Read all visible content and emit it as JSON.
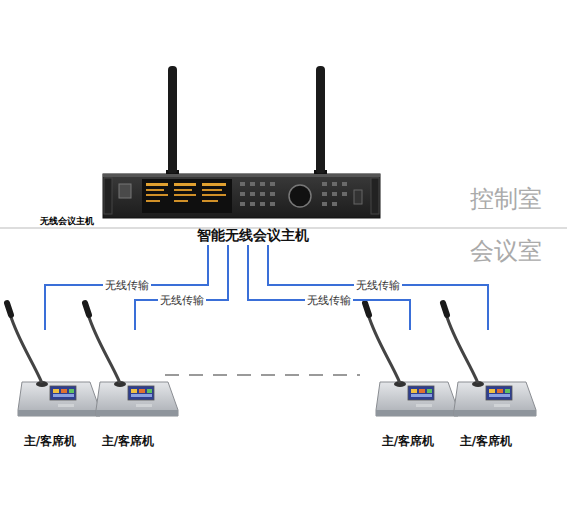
{
  "diagram": {
    "nodes": [
      {
        "text": [
          "智能无线会议主机"
        ]
      },
      {
        "text": [
          "主/客席机"
        ]
      },
      {
        "text": [
          "主/客席机"
        ]
      },
      {
        "text": [
          "主/客席机"
        ]
      },
      {
        "text": [
          "主/客席机"
        ]
      }
    ],
    "edges": [
      {
        "from": 0,
        "to": 1,
        "label": "无线传输",
        "arrow": "none"
      },
      {
        "from": 0,
        "to": 2,
        "label": "无线传输",
        "arrow": "none"
      },
      {
        "from": 0,
        "to": 3,
        "label": "无线传输",
        "arrow": "none"
      },
      {
        "from": 0,
        "to": 4,
        "label": "无线传输",
        "arrow": "none"
      }
    ],
    "labels": [
      "无线会议主机",
      "控制室",
      "会议室"
    ]
  }
}
